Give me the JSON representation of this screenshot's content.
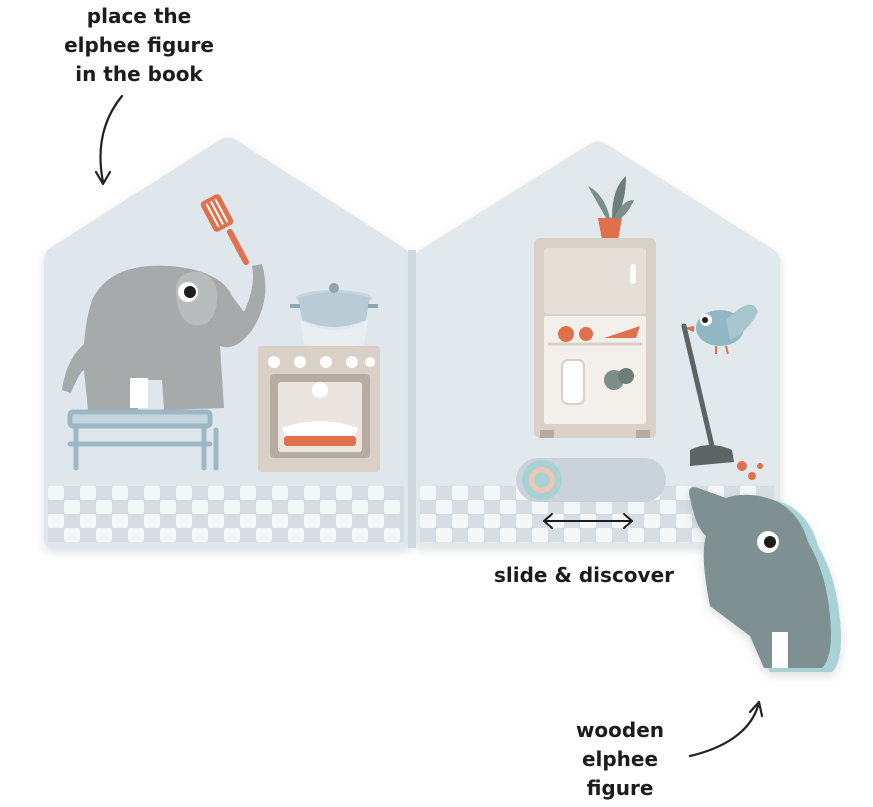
{
  "callouts": {
    "place_figure": [
      "place the",
      "elphee figure",
      "in the book"
    ],
    "slide_discover": "slide & discover",
    "wooden_figure": [
      "wooden",
      "elphee",
      "figure"
    ]
  },
  "colors": {
    "page": "#dfe7ec",
    "page_shadow": "#c9d3d9",
    "elephant_grey": "#a7aaab",
    "elephant_wood": "#7f9093",
    "wood_edge": "#a9d2d5",
    "accent_orange": "#e0714c",
    "appliance": "#d9d0c7",
    "teal": "#91b8c2"
  },
  "icons": [
    "spatula-icon",
    "pot-icon",
    "oven-icon",
    "fridge-icon",
    "plant-icon",
    "bird-icon",
    "broom-icon",
    "elephant-icon",
    "double-arrow-icon"
  ]
}
